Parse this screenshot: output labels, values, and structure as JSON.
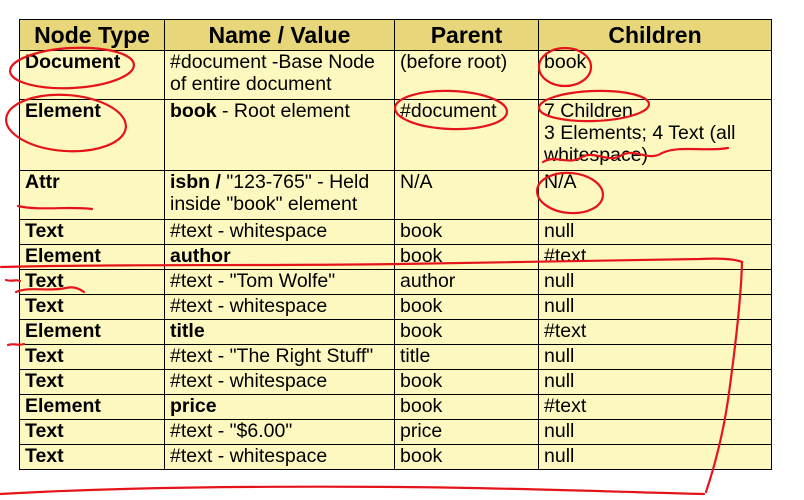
{
  "table": {
    "headers": [
      "Node Type",
      "Name / Value",
      "Parent",
      "Children"
    ],
    "rows": [
      {
        "type": "Document",
        "name_bold": "",
        "name_rest": "#document -Base Node\nof entire document",
        "parent": "(before root)",
        "children": "book"
      },
      {
        "type": "Element",
        "name_bold": "book",
        "name_rest": " - Root element",
        "parent": "#document",
        "children": "7 Children\n3 Elements; 4 Text (all\nwhitespace)"
      },
      {
        "type": "Attr",
        "name_bold": "isbn /",
        "name_rest": " \"123-765\" - Held\ninside \"book\" element",
        "parent": "N/A",
        "children": "N/A"
      },
      {
        "type": "Text",
        "name_bold": "",
        "name_rest": "#text - whitespace",
        "parent": "book",
        "children": "null"
      },
      {
        "type": "Element",
        "name_bold": "author",
        "name_rest": "",
        "parent": "book",
        "children": "#text"
      },
      {
        "type": "Text",
        "name_bold": "",
        "name_rest": "#text - \"Tom Wolfe\"",
        "parent": "author",
        "children": "null"
      },
      {
        "type": "Text",
        "name_bold": "",
        "name_rest": "#text - whitespace",
        "parent": "book",
        "children": "null"
      },
      {
        "type": "Element",
        "name_bold": "title",
        "name_rest": "",
        "parent": "book",
        "children": "#text"
      },
      {
        "type": "Text",
        "name_bold": "",
        "name_rest": "#text - \"The Right Stuff\"",
        "parent": "title",
        "children": "null"
      },
      {
        "type": "Text",
        "name_bold": "",
        "name_rest": "#text - whitespace",
        "parent": "book",
        "children": "null"
      },
      {
        "type": "Element",
        "name_bold": "price",
        "name_rest": "",
        "parent": "book",
        "children": "#text"
      },
      {
        "type": "Text",
        "name_bold": "",
        "name_rest": "#text - \"$6.00\"",
        "parent": "price",
        "children": "null"
      },
      {
        "type": "Text",
        "name_bold": "",
        "name_rest": "#text - whitespace",
        "parent": "book",
        "children": "null"
      }
    ]
  },
  "colors": {
    "header_bg": "#e7d67a",
    "cell_bg": "#fdf8bf",
    "annotation_ink": "#e5141b"
  }
}
